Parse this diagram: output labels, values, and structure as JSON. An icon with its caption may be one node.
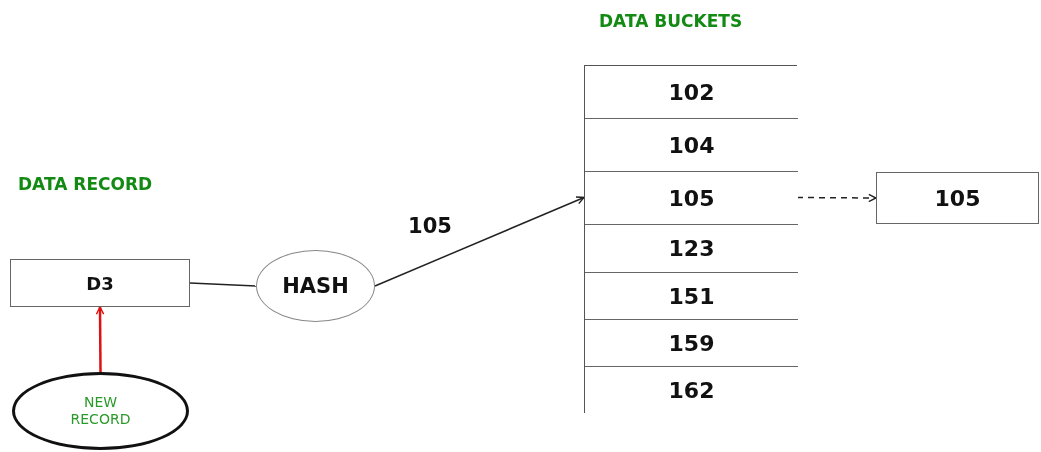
{
  "diagram": {
    "nodes": [
      {
        "text": [
          "D3"
        ]
      },
      {
        "text": [
          "NEW RECORD"
        ]
      },
      {
        "text": [
          "HASH"
        ]
      },
      {
        "text": [
          "DATA BUCKETS"
        ]
      },
      {
        "text": [
          "102"
        ],
        "in": 3
      },
      {
        "text": [
          "104"
        ],
        "in": 3
      },
      {
        "text": [
          "105"
        ],
        "in": 3
      },
      {
        "text": [
          "123"
        ],
        "in": 3
      },
      {
        "text": [
          "151"
        ],
        "in": 3
      },
      {
        "text": [
          "159"
        ],
        "in": 3
      },
      {
        "text": [
          "162"
        ],
        "in": 3
      },
      {
        "text": [
          "105"
        ]
      }
    ],
    "edges": [
      {
        "from": 1,
        "to": 0,
        "arrow": "to",
        "color": "#e01010"
      },
      {
        "from": 0,
        "to": 2,
        "arrow": "none"
      },
      {
        "from": 2,
        "to": 6,
        "arrow": "to",
        "label": "105"
      },
      {
        "from": 6,
        "to": 11,
        "arrow": "to",
        "style": "dashed"
      }
    ],
    "labels": [
      "DATA RECORD"
    ]
  }
}
